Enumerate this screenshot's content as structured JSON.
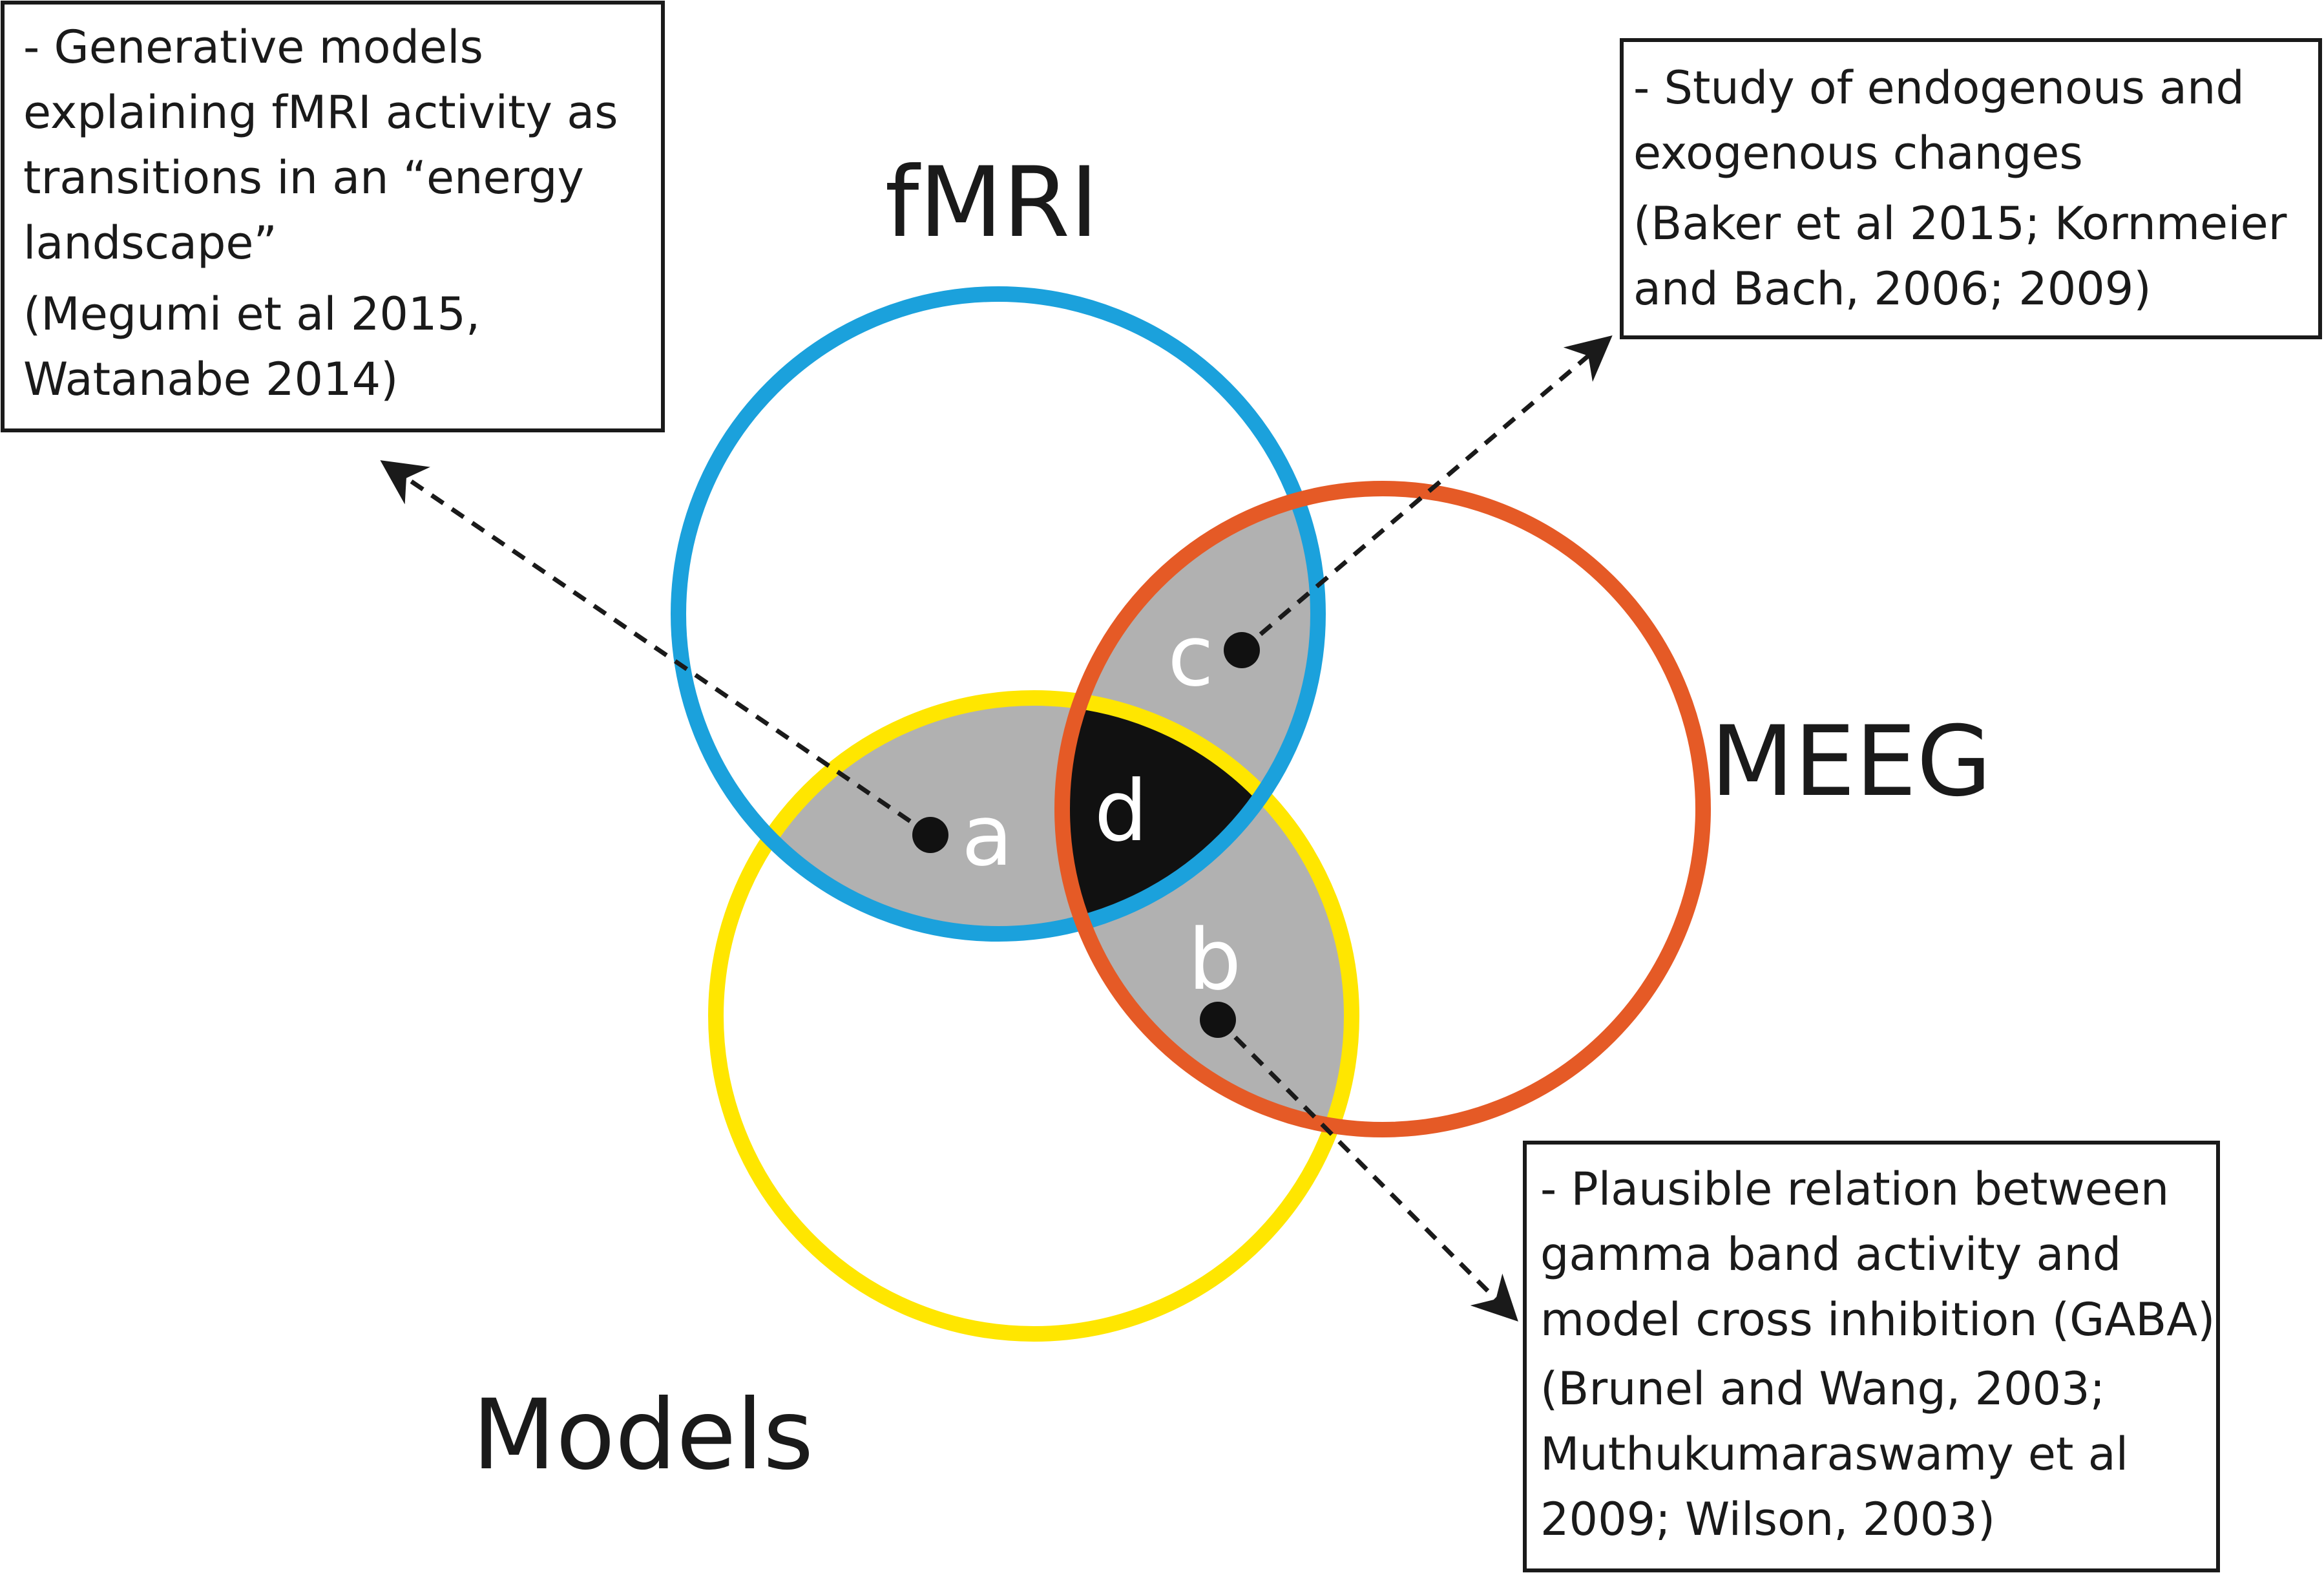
{
  "colors": {
    "fmri": "#1ba1dc",
    "meeg": "#e55a26",
    "models": "#ffe600",
    "overlap_two": "#b1b1b1",
    "overlap_three": "#111111",
    "frame": "#1a1a1a"
  },
  "circles": {
    "fmri": "fMRI",
    "meeg": "MEEG",
    "models": "Models"
  },
  "regions": {
    "a": "a",
    "b": "b",
    "c": "c",
    "d": "d"
  },
  "boxes": {
    "fmri_models": [
      "- Generative models",
      "explaining fMRI activity as",
      "transitions in an “energy",
      "landscape”",
      "(Megumi et al 2015,",
      "Watanabe 2014)"
    ],
    "fmri_meeg": [
      "- Study of endogenous and",
      "exogenous changes",
      "(Baker et al 2015;  Kornmeier",
      "and Bach, 2006; 2009)"
    ],
    "meeg_models": [
      "- Plausible relation between",
      "gamma band activity and",
      "model cross inhibition (GABA)",
      "(Brunel and Wang, 2003;",
      "Muthukumaraswamy et al",
      "2009; Wilson, 2003)"
    ]
  }
}
